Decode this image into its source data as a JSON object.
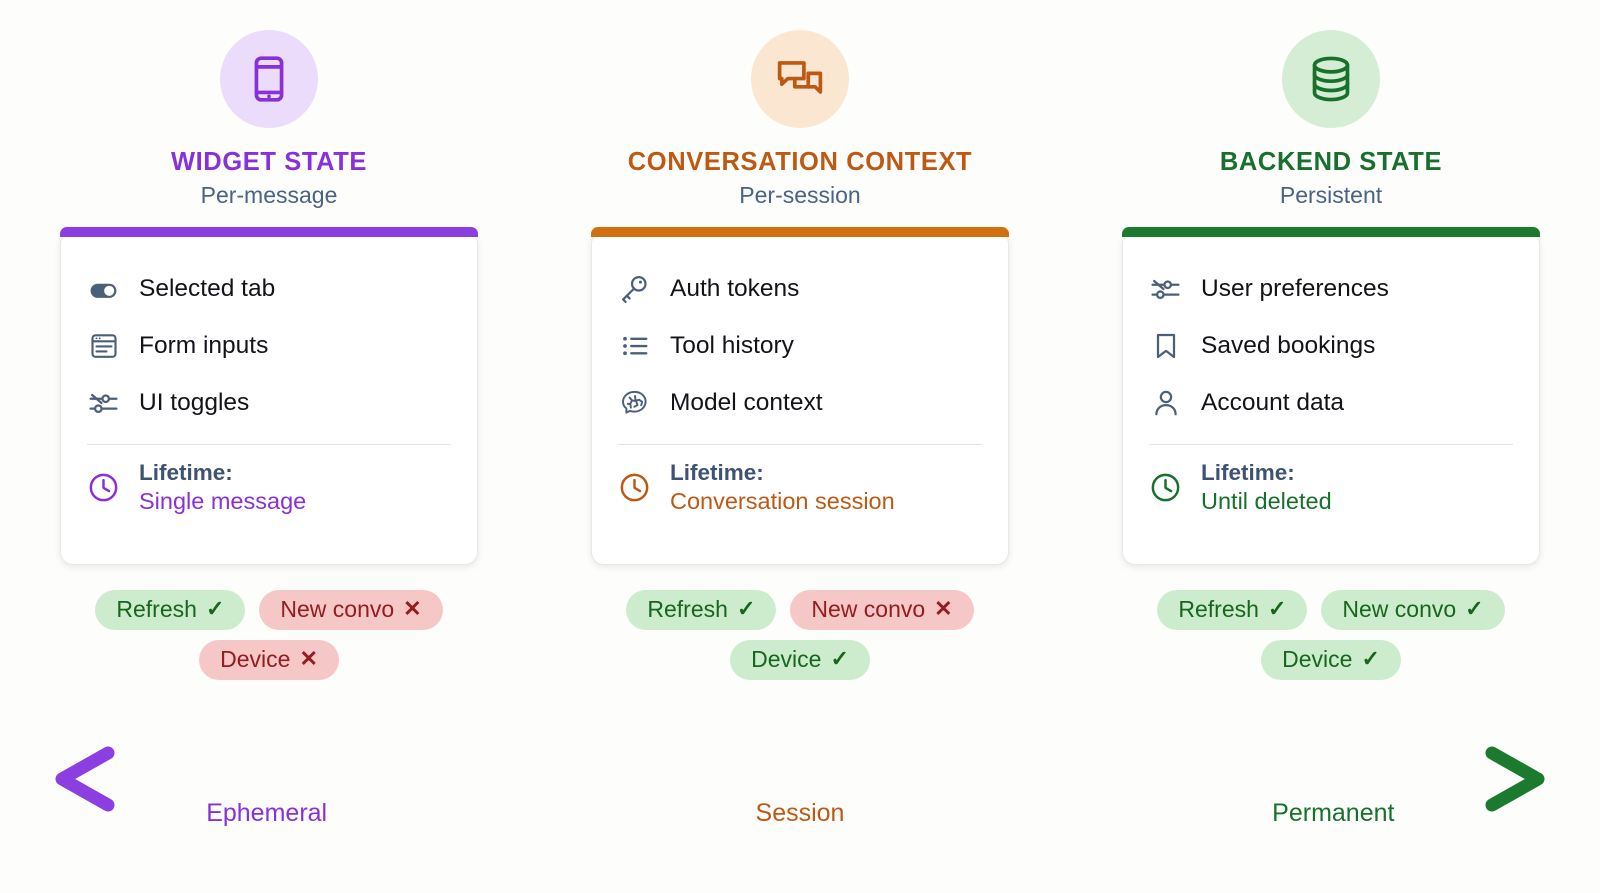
{
  "theme": {
    "background": "#fdfdfb",
    "card_bg": "#ffffff",
    "divider": "#dfe4ec",
    "subtitle_color": "#4a6285",
    "label_color": "#13131a",
    "lifetime_key_color": "#3e5372",
    "badge_ok_bg": "#cdeccd",
    "badge_ok_fg": "#18661e",
    "badge_bad_bg": "#f6c7c7",
    "badge_bad_fg": "#931d20"
  },
  "columns": [
    {
      "id": "widget-state",
      "icon": "mobile-phone-icon",
      "icon_color": "#8831d9",
      "icon_bg": "#eadcfa",
      "accent": "#8b3fe0",
      "title": "WIDGET STATE",
      "subtitle": "Per-message",
      "items": [
        {
          "icon": "toggle-switch-icon",
          "label": "Selected tab"
        },
        {
          "icon": "form-window-icon",
          "label": "Form inputs"
        },
        {
          "icon": "sliders-icon",
          "label": "UI toggles"
        }
      ],
      "lifetime_label": "Lifetime:",
      "lifetime_value": "Single message",
      "badges": [
        {
          "label": "Refresh",
          "mark": "check",
          "state": "ok"
        },
        {
          "label": "New convo",
          "mark": "cross",
          "state": "bad"
        },
        {
          "label": "Device",
          "mark": "cross",
          "state": "bad"
        }
      ]
    },
    {
      "id": "conversation-context",
      "icon": "chat-bubbles-icon",
      "icon_color": "#bc5a14",
      "icon_bg": "#fbe7d1",
      "accent": "#d2700f",
      "title": "CONVERSATION CONTEXT",
      "subtitle": "Per-session",
      "items": [
        {
          "icon": "key-icon",
          "label": "Auth tokens"
        },
        {
          "icon": "list-icon",
          "label": "Tool history"
        },
        {
          "icon": "brain-icon",
          "label": "Model context"
        }
      ],
      "lifetime_label": "Lifetime:",
      "lifetime_value": "Conversation session",
      "badges": [
        {
          "label": "Refresh",
          "mark": "check",
          "state": "ok"
        },
        {
          "label": "New convo",
          "mark": "cross",
          "state": "bad"
        },
        {
          "label": "Device",
          "mark": "check",
          "state": "ok"
        }
      ]
    },
    {
      "id": "backend-state",
      "icon": "database-icon",
      "icon_color": "#17712c",
      "icon_bg": "#d5edd5",
      "accent": "#1c7a2e",
      "title": "BACKEND STATE",
      "subtitle": "Persistent",
      "items": [
        {
          "icon": "sliders-icon",
          "label": "User preferences"
        },
        {
          "icon": "bookmark-icon",
          "label": "Saved bookings"
        },
        {
          "icon": "person-icon",
          "label": "Account data"
        }
      ],
      "lifetime_label": "Lifetime:",
      "lifetime_value": "Until deleted",
      "badges": [
        {
          "label": "Refresh",
          "mark": "check",
          "state": "ok"
        },
        {
          "label": "New convo",
          "mark": "check",
          "state": "ok"
        },
        {
          "label": "Device",
          "mark": "check",
          "state": "ok"
        }
      ]
    }
  ],
  "timeline": {
    "left_arrow": "left-arrow-head",
    "right_arrow": "right-arrow-head",
    "gradient": [
      "#8b3fe0",
      "#d2700f",
      "#1c7a2e"
    ],
    "labels": [
      {
        "text": "Ephemeral",
        "color": "#8831d9"
      },
      {
        "text": "Session",
        "color": "#bc5a14"
      },
      {
        "text": "Permanent",
        "color": "#17712c"
      }
    ]
  },
  "marks": {
    "check": "✓",
    "cross": "✕"
  }
}
